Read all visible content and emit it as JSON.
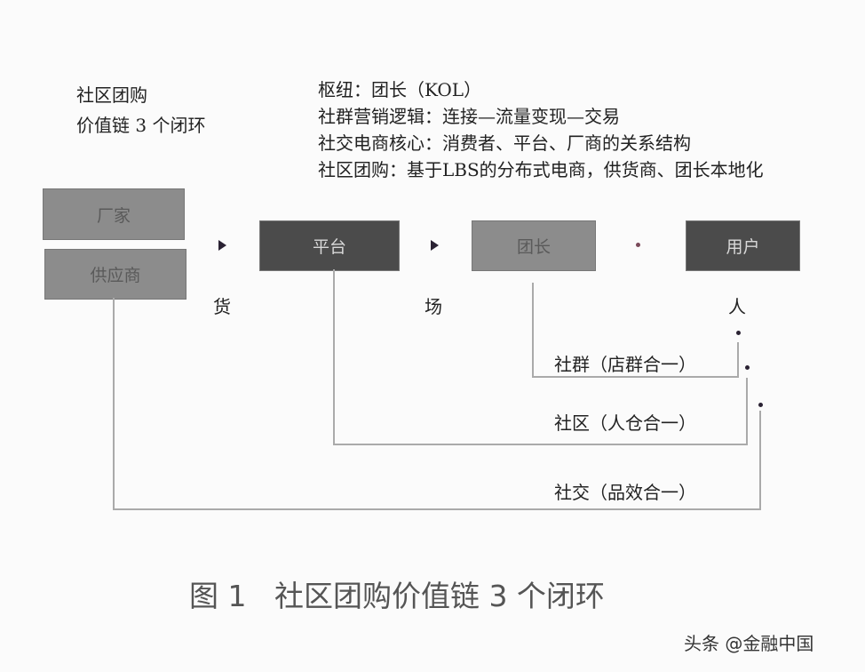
{
  "header": {
    "left_title_lines": [
      "社区团购",
      "价值链 3 个闭环"
    ],
    "notes": [
      "枢纽：团长（KOL）",
      "社群营销逻辑：连接—流量变现—交易",
      "社交电商核心：消费者、平台、厂商的关系结构",
      "社区团购：基于LBS的分布式电商，供货商、团长本地化"
    ]
  },
  "boxes": {
    "manufacturer": "厂家",
    "supplier": "供应商",
    "platform": "平台",
    "group_leader": "团长",
    "user": "用户"
  },
  "stage_labels": {
    "goods": "货",
    "venue": "场",
    "people": "人"
  },
  "loops": [
    "社群（店群合一）",
    "社区（人仓合一）",
    "社交（品效合一）"
  ],
  "caption": "图 1   社区团购价值链 3 个闭环",
  "watermark": "头条 @金融中国",
  "colors": {
    "light_box": "#8c8c8c",
    "dark_box": "#4b4b4b",
    "line": "#aaaaaa"
  }
}
